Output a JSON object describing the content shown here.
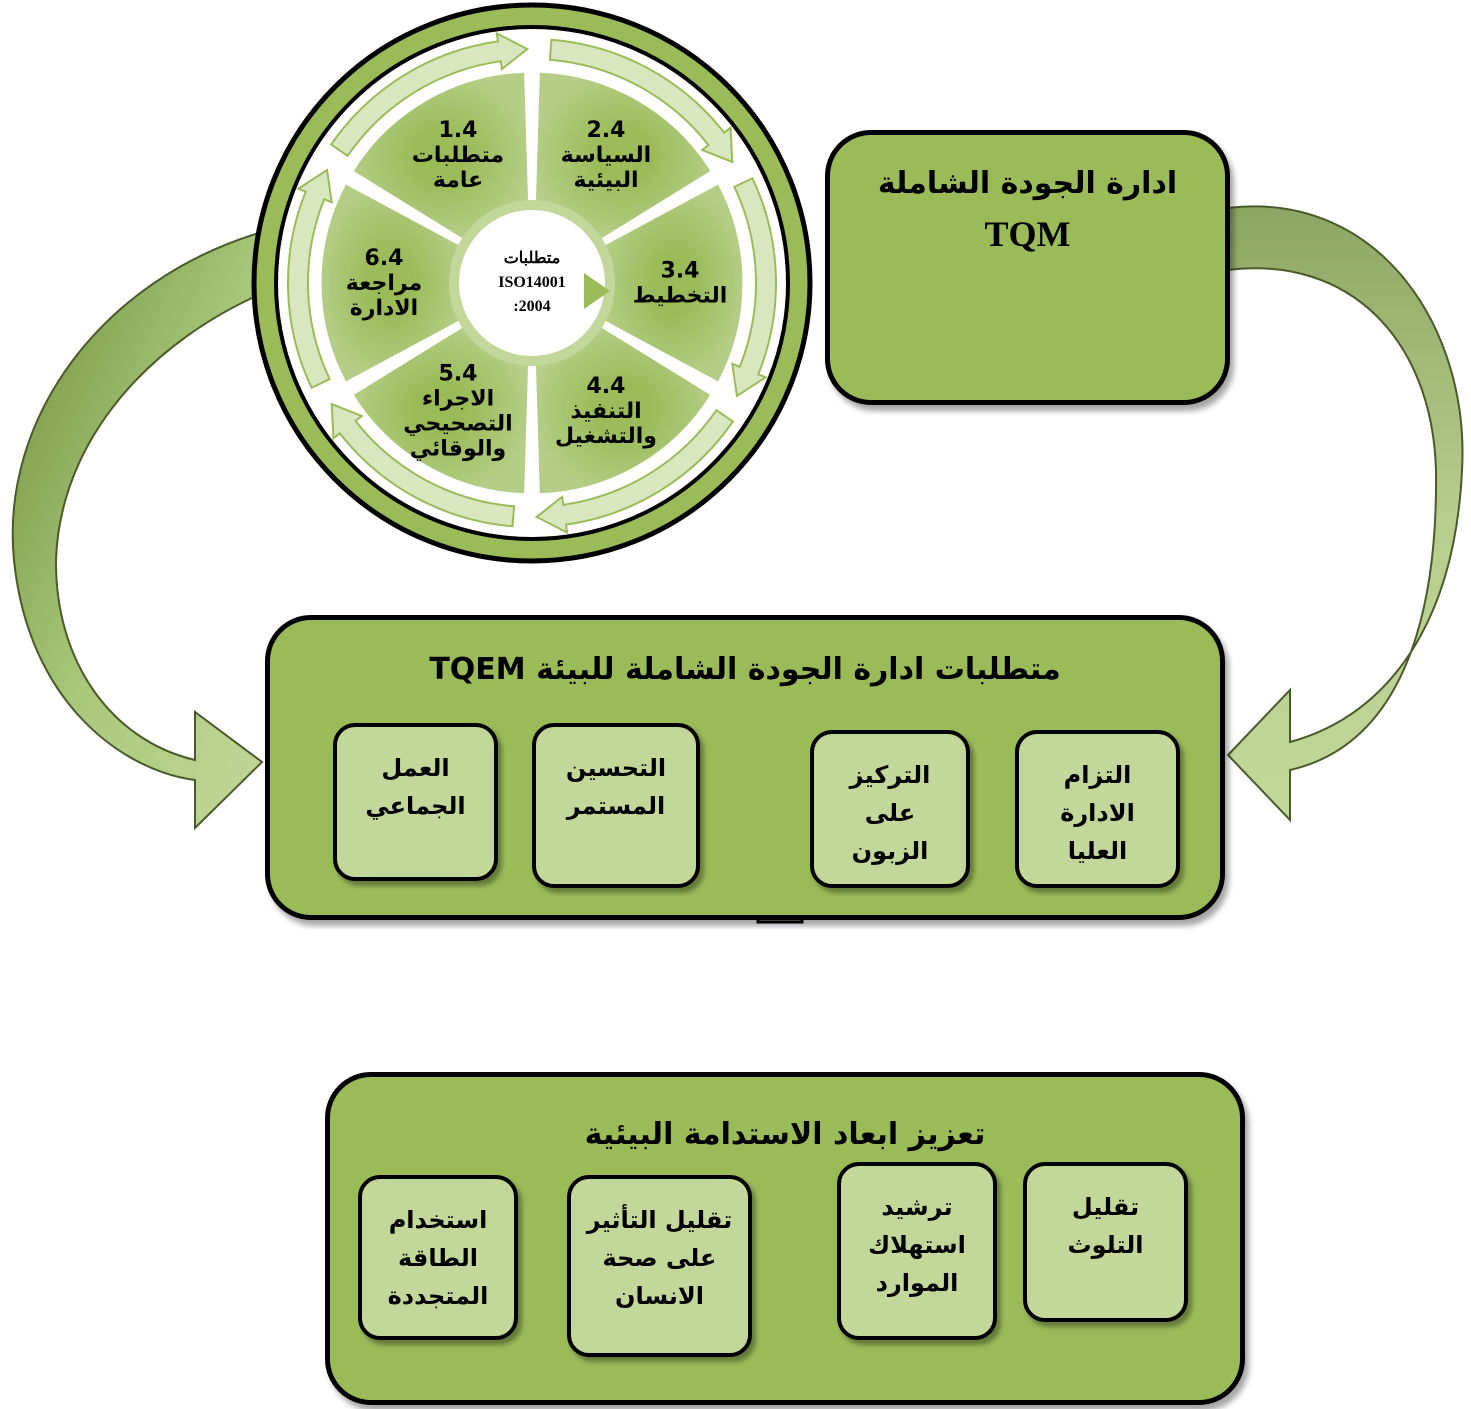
{
  "tqm": {
    "line1": "ادارة الجودة الشاملة",
    "line2": "TQM"
  },
  "wheel": {
    "hub": [
      "متطلبات",
      "ISO14001",
      ":2004"
    ],
    "segments": [
      {
        "number": "1.4",
        "lines": [
          "متطلبات",
          "عامة"
        ]
      },
      {
        "number": "2.4",
        "lines": [
          "السياسة",
          "البيئية"
        ]
      },
      {
        "number": "3.4",
        "lines": [
          "التخطيط"
        ]
      },
      {
        "number": "4.4",
        "lines": [
          "التنفيذ",
          "والتشغيل"
        ]
      },
      {
        "number": "5.4",
        "lines": [
          "الاجراء",
          "التصحيحي",
          "والوقائي"
        ]
      },
      {
        "number": "6.4",
        "lines": [
          "مراجعة",
          "الادارة"
        ]
      }
    ]
  },
  "tqem": {
    "title": "متطلبات ادارة الجودة الشاملة للبيئة TQEM",
    "items": [
      "التزام\nالادارة\nالعليا",
      "التركيز\nعلى\nالزبون",
      "التحسين\nالمستمر",
      "العمل\nالجماعي"
    ]
  },
  "sustainability": {
    "title": "تعزيز ابعاد الاستدامة البيئية",
    "items": [
      "تقليل\nالتلوث",
      "ترشيد\nاستهلاك\nالموارد",
      "تقليل التأثير\nعلى صحة\nالانسان",
      "استخدام\nالطاقة\nالمتجددة"
    ]
  },
  "colors": {
    "box_fill": "#9bbb59",
    "inner_box_fill": "#c4d79b",
    "wheel_segment": "#9bbb59",
    "arrow_fill": "#c4d79b",
    "outline": "#000000"
  }
}
